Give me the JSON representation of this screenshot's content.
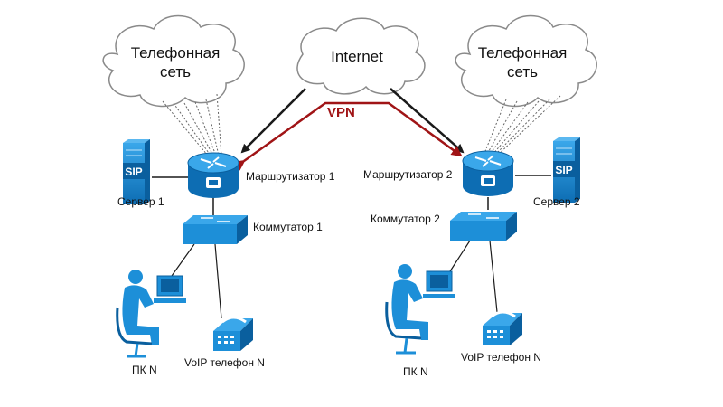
{
  "clouds": {
    "left": {
      "line1": "Телефонная",
      "line2": "сеть"
    },
    "center": {
      "label": "Internet"
    },
    "right": {
      "line1": "Телефонная",
      "line2": "сеть"
    }
  },
  "vpn_label": "VPN",
  "left_site": {
    "router": "Маршрутизатор 1",
    "server": "Сервер 1",
    "switch": "Коммутатор 1",
    "pc": "ПК N",
    "phone": "VoIP телефон N",
    "sip_text": "SIP"
  },
  "right_site": {
    "router": "Маршрутизатор 2",
    "server": "Сервер 2",
    "switch": "Коммутатор 2",
    "pc": "ПК N",
    "phone": "VoIP телефон N",
    "sip_text": "SIP"
  },
  "colors": {
    "device_blue": "#1d8fd8",
    "device_dark": "#0a5f9e",
    "vpn_red": "#a01416",
    "line_dark": "#1a1a1a"
  }
}
